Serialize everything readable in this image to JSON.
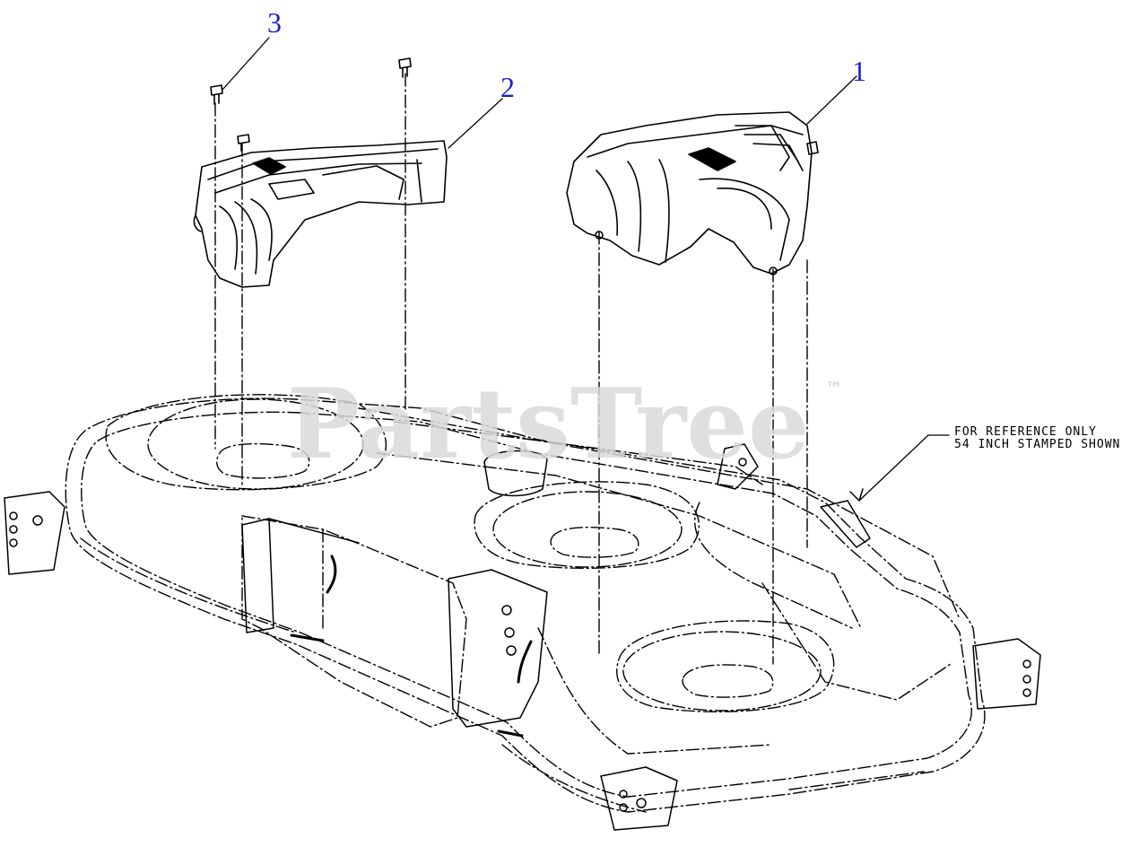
{
  "diagram": {
    "callouts": [
      {
        "id": "1",
        "label": "1"
      },
      {
        "id": "2",
        "label": "2"
      },
      {
        "id": "3",
        "label": "3"
      }
    ],
    "reference_note": {
      "line1": "FOR REFERENCE ONLY",
      "line2": "54 INCH STAMPED SHOWN"
    },
    "watermark": {
      "text": "PartsTree",
      "trademark": "™"
    },
    "colors": {
      "callout": "#1f1fd2",
      "line": "#000000",
      "watermark": "#d9d9d9",
      "background": "#ffffff"
    }
  }
}
